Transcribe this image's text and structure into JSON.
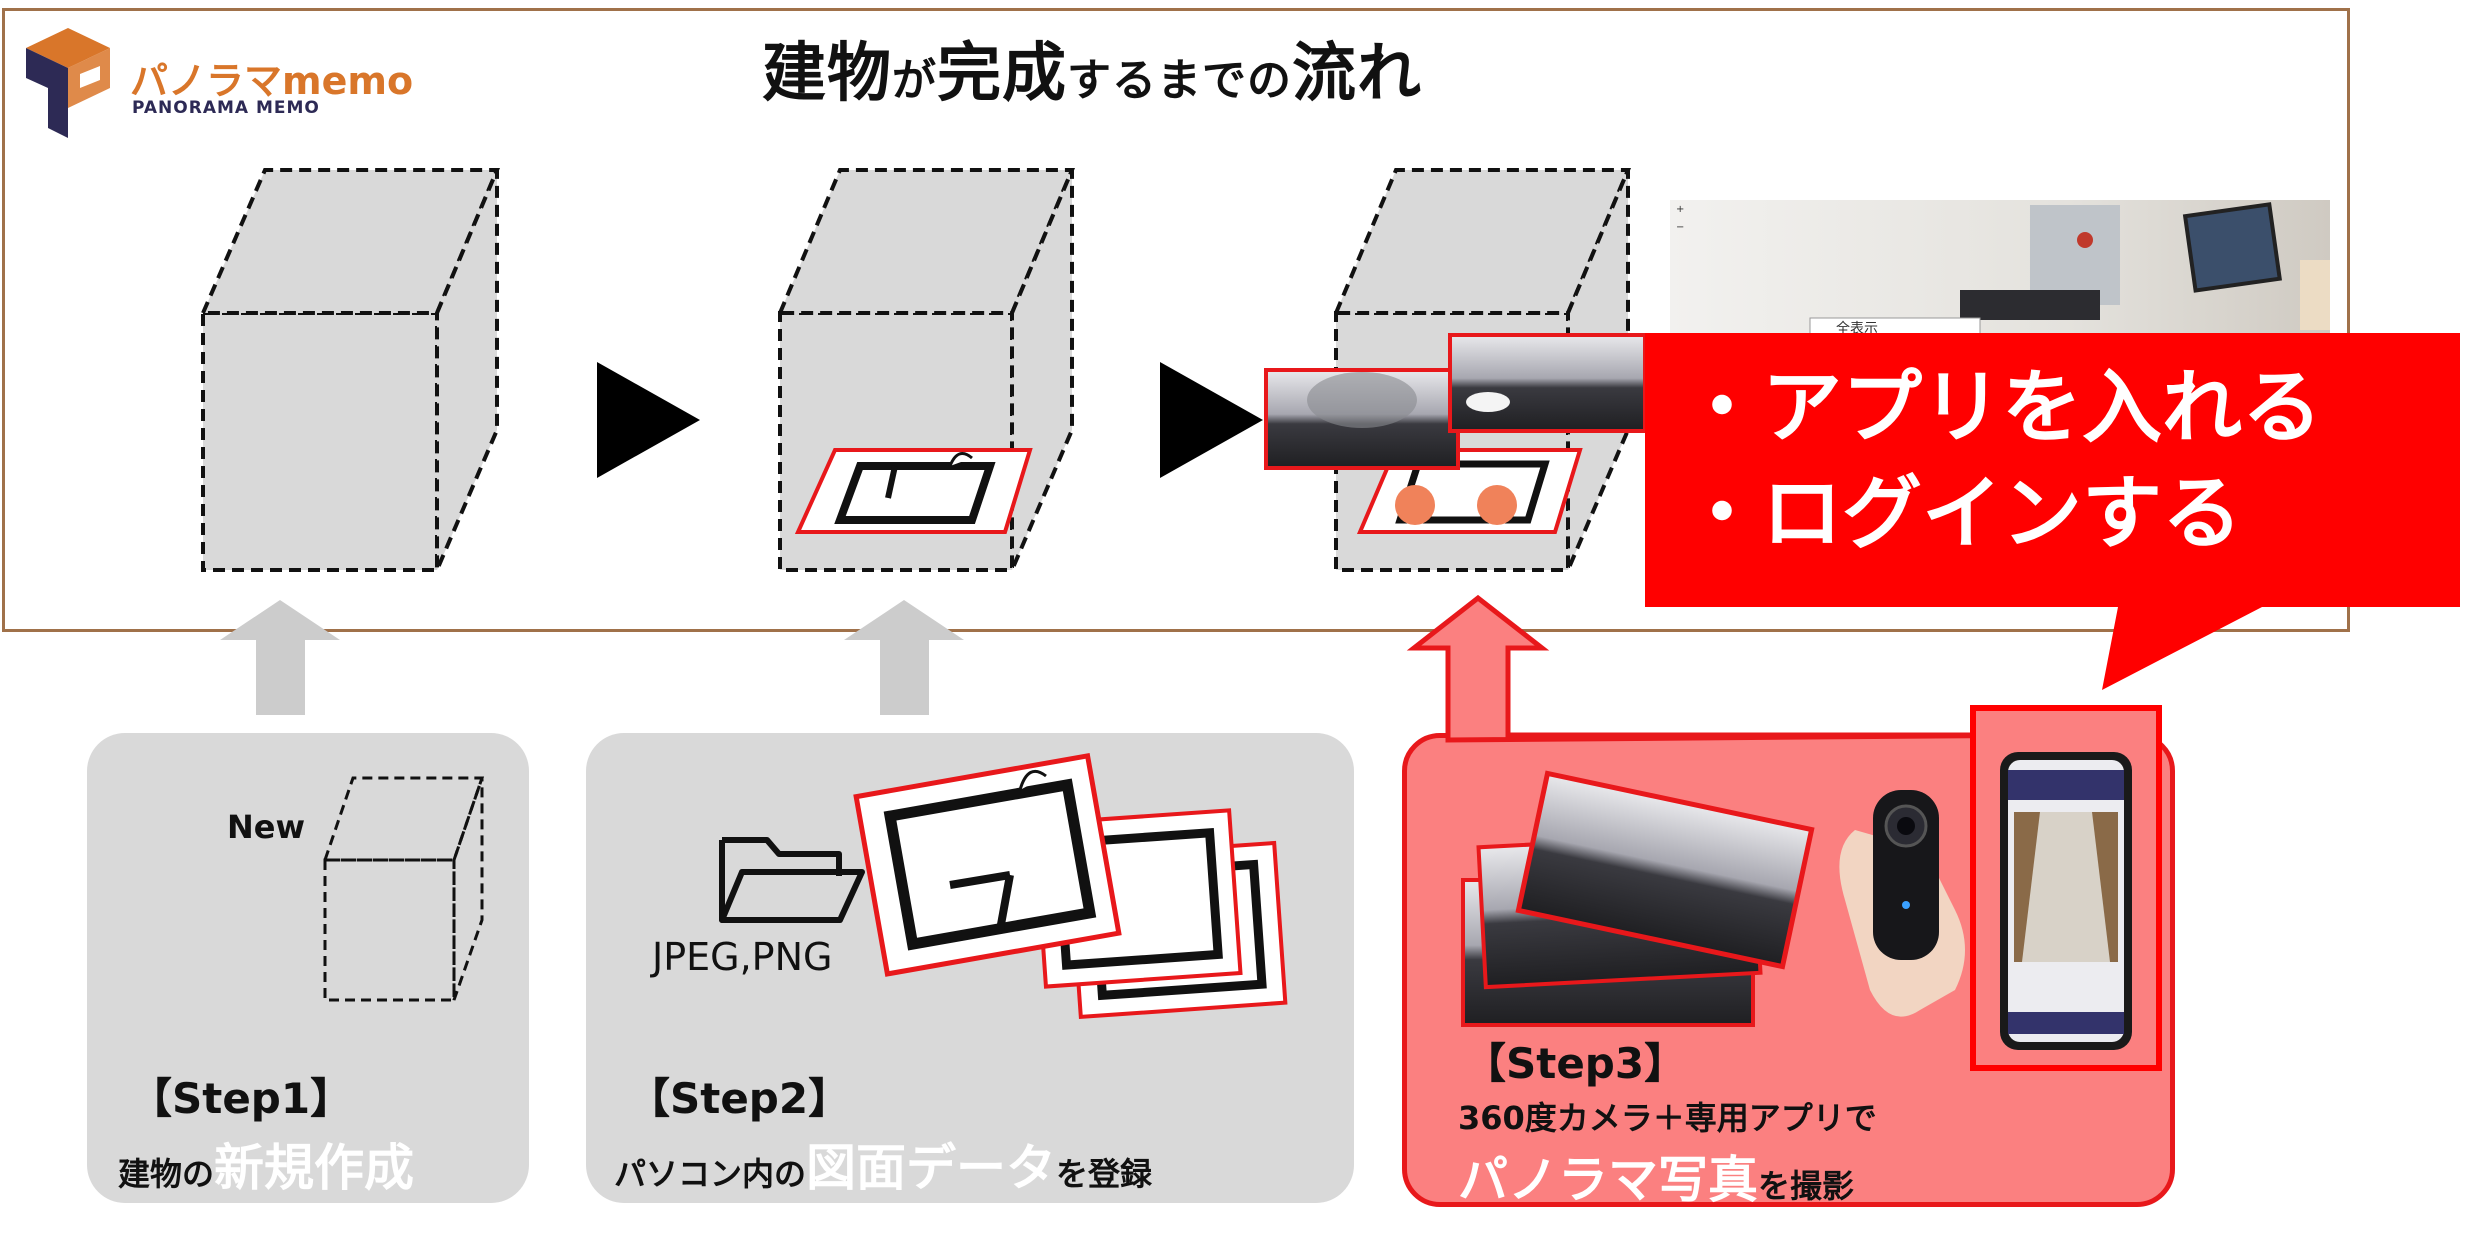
{
  "header": {
    "logo_text": "パノラマmemo",
    "logo_sub": "PANORAMA MEMO",
    "title_parts": [
      "建物",
      "が",
      "完成",
      "するまでの",
      "流れ"
    ]
  },
  "steps": [
    {
      "label": "【Step1】",
      "desc_pre": "建物の",
      "desc_hl": "新規作成",
      "desc_post": "",
      "badge": "New"
    },
    {
      "label": "【Step2】",
      "desc_pre": "パソコン内の",
      "desc_hl": "図面データ",
      "desc_post": "を登録",
      "file_types": "JPEG,PNG"
    },
    {
      "label": "【Step3】",
      "desc_line1": "360度カメラ＋専用アプリで",
      "desc_hl": "パノラマ写真",
      "desc_post": "を撮影"
    }
  ],
  "callout": {
    "lines": [
      "・アプリを入れる",
      "・ログインする"
    ]
  },
  "viewer_preview": {
    "dropdown_value": "全表示"
  },
  "colors": {
    "frame_border": "#a0714a",
    "logo_orange": "#d9762a",
    "logo_navy": "#2d2a55",
    "accent_red": "#e8181b",
    "step3_fill": "#fb8080",
    "card_gray": "#d9d9d9",
    "arrow_gray": "#cccccc",
    "pin_orange": "#f0825a"
  },
  "icons": [
    "panorama-memo-logo-icon",
    "folder-icon",
    "camera-360-icon",
    "smartphone-icon",
    "play-arrow-icon",
    "up-arrow-icon"
  ]
}
